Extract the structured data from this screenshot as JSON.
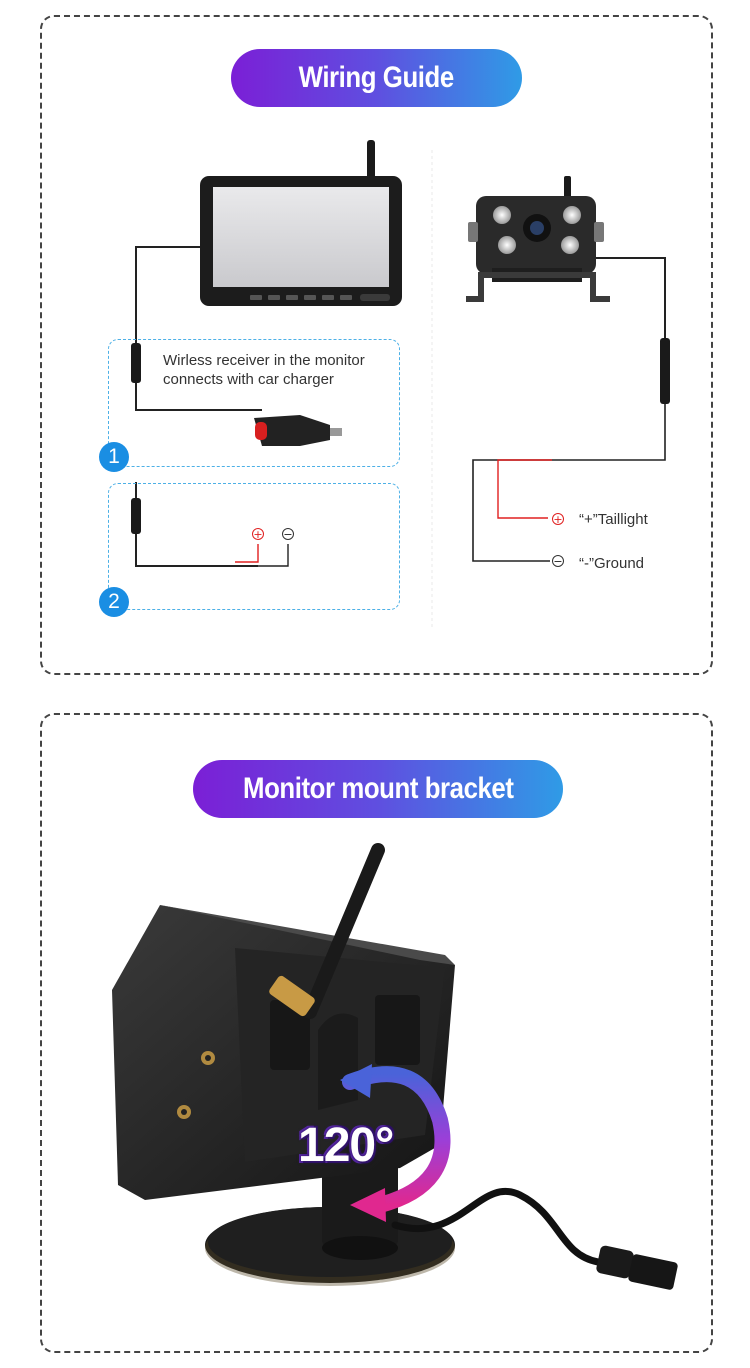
{
  "wiring": {
    "title": "Wiring Guide",
    "receiver_note_line1": "Wirless receiver in the monitor",
    "receiver_note_line2": "connects with car charger",
    "step1": "1",
    "step2": "2",
    "taillight_label": "“+”Taillight",
    "ground_label": "“-”Ground",
    "plus_symbol": "+",
    "minus_symbol": "−"
  },
  "bracket": {
    "title": "Monitor  mount bracket",
    "rotation_label": "120°"
  },
  "colors": {
    "pill_start": "#7b1fd6",
    "pill_end": "#2f9be6",
    "step_badge": "#1a8ee3",
    "positive_wire": "#e02020"
  }
}
